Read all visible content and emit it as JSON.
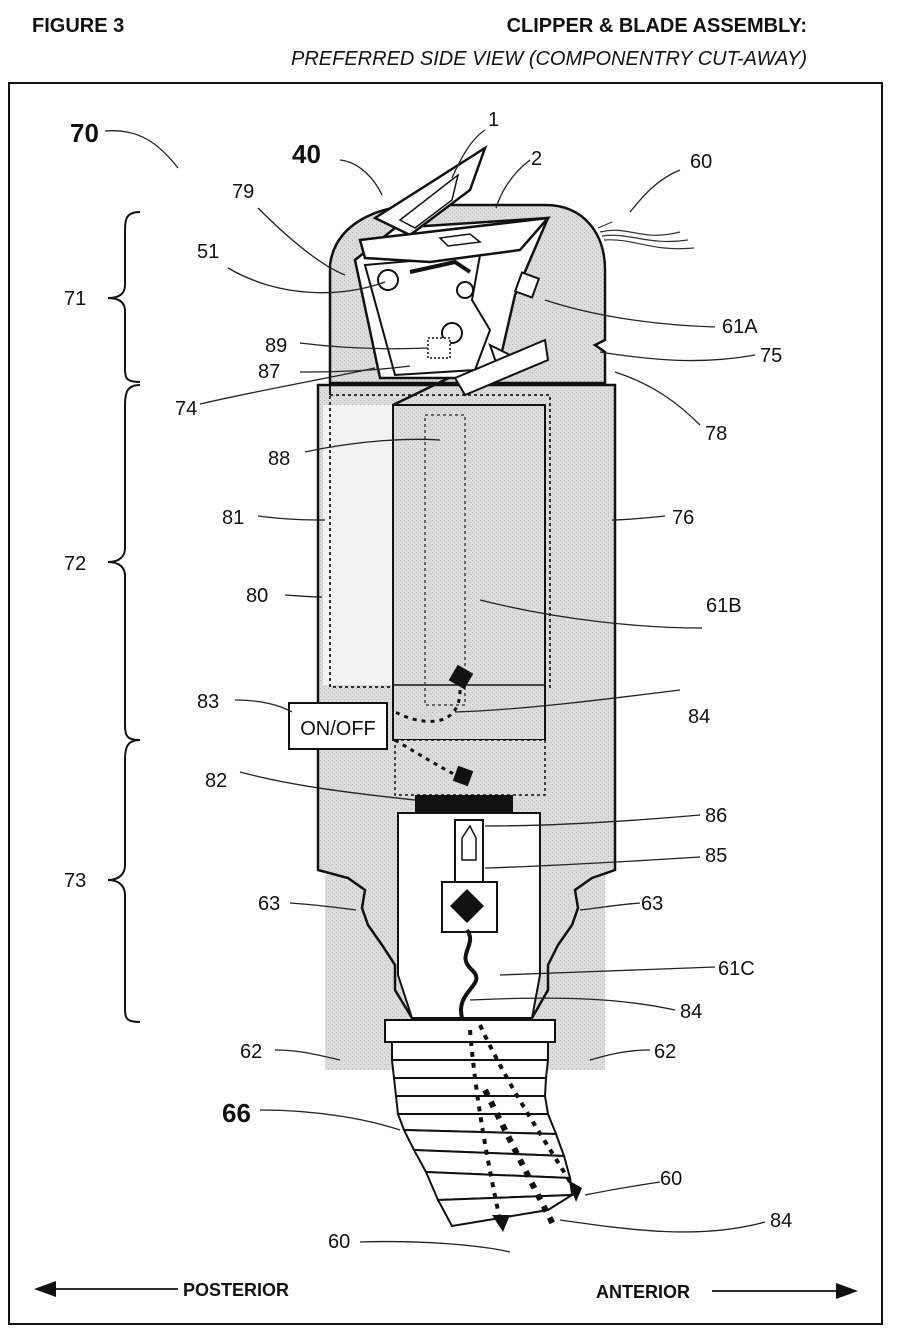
{
  "header": {
    "figure_label": "FIGURE 3",
    "title": "CLIPPER & BLADE ASSEMBLY:",
    "subtitle": "PREFERRED SIDE VIEW (COMPONENTRY CUT-AWAY)"
  },
  "switch_label": "ON/OFF",
  "directions": {
    "left": "POSTERIOR",
    "right": "ANTERIOR"
  },
  "labels": {
    "l70": "70",
    "l40": "40",
    "l1": "1",
    "l2": "2",
    "l60_top": "60",
    "l79": "79",
    "l51": "51",
    "l71": "71",
    "l61A": "61A",
    "l89": "89",
    "l75": "75",
    "l87": "87",
    "l74": "74",
    "l78": "78",
    "l88": "88",
    "l81": "81",
    "l76": "76",
    "l72": "72",
    "l80": "80",
    "l61B": "61B",
    "l83": "83",
    "l84_a": "84",
    "l82": "82",
    "l86": "86",
    "l85": "85",
    "l73": "73",
    "l63_left": "63",
    "l63_right": "63",
    "l61C": "61C",
    "l84_b": "84",
    "l62_left": "62",
    "l62_right": "62",
    "l66": "66",
    "l60_right": "60",
    "l84_c": "84",
    "l60_bottom": "60"
  }
}
